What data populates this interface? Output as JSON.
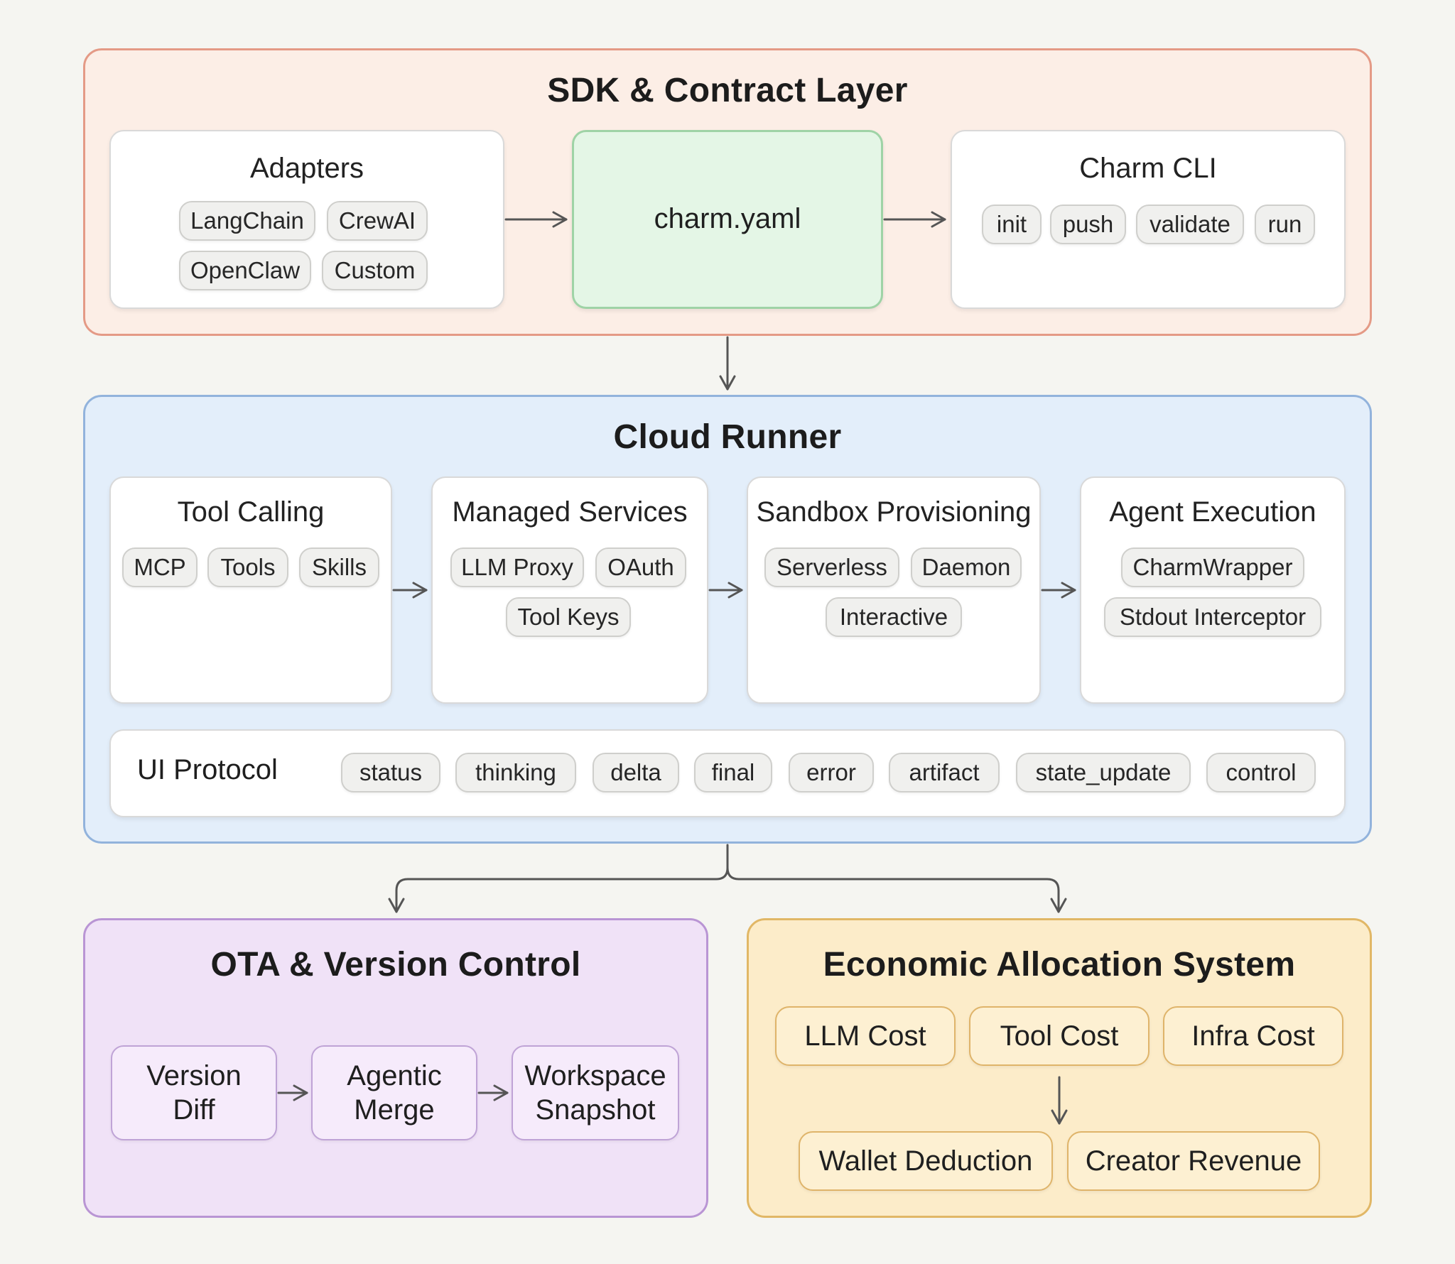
{
  "sdk_layer": {
    "title": "SDK & Contract Layer",
    "adapters": {
      "title": "Adapters",
      "items": [
        "LangChain",
        "CrewAI",
        "OpenClaw",
        "Custom"
      ]
    },
    "contract": {
      "label": "charm.yaml"
    },
    "cli": {
      "title": "Charm CLI",
      "items": [
        "init",
        "push",
        "validate",
        "run"
      ]
    }
  },
  "cloud_runner": {
    "title": "Cloud Runner",
    "tool_calling": {
      "title": "Tool Calling",
      "items": [
        "MCP",
        "Tools",
        "Skills"
      ]
    },
    "managed_services": {
      "title": "Managed Services",
      "items": [
        "LLM Proxy",
        "OAuth",
        "Tool Keys"
      ]
    },
    "sandbox": {
      "title": "Sandbox Provisioning",
      "items": [
        "Serverless",
        "Daemon",
        "Interactive"
      ]
    },
    "agent_execution": {
      "title": "Agent Execution",
      "items": [
        "CharmWrapper",
        "Stdout Interceptor"
      ]
    },
    "ui_protocol": {
      "label": "UI Protocol",
      "items": [
        "status",
        "thinking",
        "delta",
        "final",
        "error",
        "artifact",
        "state_update",
        "control"
      ]
    }
  },
  "ota": {
    "title": "OTA & Version Control",
    "steps": [
      {
        "line1": "Version",
        "line2": "Diff"
      },
      {
        "line1": "Agentic",
        "line2": "Merge"
      },
      {
        "line1": "Workspace",
        "line2": "Snapshot"
      }
    ]
  },
  "economic": {
    "title": "Economic Allocation System",
    "costs": [
      "LLM Cost",
      "Tool Cost",
      "Infra Cost"
    ],
    "outcomes": [
      "Wallet Deduction",
      "Creator Revenue"
    ]
  },
  "colors": {
    "sdk_fill": "#fceee6",
    "sdk_border": "#e49a86",
    "cloud_fill": "#e3eefa",
    "cloud_border": "#92b3dc",
    "ota_fill": "#f0e2f7",
    "ota_border": "#b995d4",
    "econ_fill": "#fcecc9",
    "econ_border": "#e1b766",
    "contract_fill": "#e4f6e6",
    "contract_border": "#9fd3a6",
    "arrow": "#555555"
  }
}
